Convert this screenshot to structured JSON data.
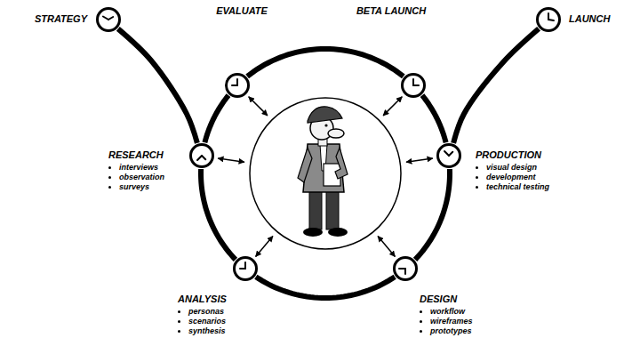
{
  "diagram": {
    "nodes": [
      {
        "text": [
          "STRATEGY"
        ]
      },
      {
        "text": [
          "EVALUATE"
        ]
      },
      {
        "text": [
          "BETA LAUNCH"
        ]
      },
      {
        "text": [
          "LAUNCH"
        ]
      },
      {
        "text": [
          "RESEARCH",
          "interviews",
          "observation",
          "surveys"
        ]
      },
      {
        "text": [
          "PRODUCTION",
          "visual design",
          "development",
          "technical testing"
        ]
      },
      {
        "text": [
          "ANALYSIS",
          "personas",
          "scenarios",
          "synthesis"
        ]
      },
      {
        "text": [
          "DESIGN",
          "workflow",
          "wireframes",
          "prototypes"
        ]
      }
    ],
    "edges": [
      {
        "from": 0,
        "to": 4,
        "arrow": "none"
      },
      {
        "from": 4,
        "to": 1,
        "arrow": "none"
      },
      {
        "from": 1,
        "to": 2,
        "arrow": "none"
      },
      {
        "from": 2,
        "to": 5,
        "arrow": "none"
      },
      {
        "from": 5,
        "to": 3,
        "arrow": "none"
      },
      {
        "from": 5,
        "to": 7,
        "arrow": "none"
      },
      {
        "from": 7,
        "to": 6,
        "arrow": "none"
      },
      {
        "from": 6,
        "to": 4,
        "arrow": "none"
      }
    ]
  }
}
